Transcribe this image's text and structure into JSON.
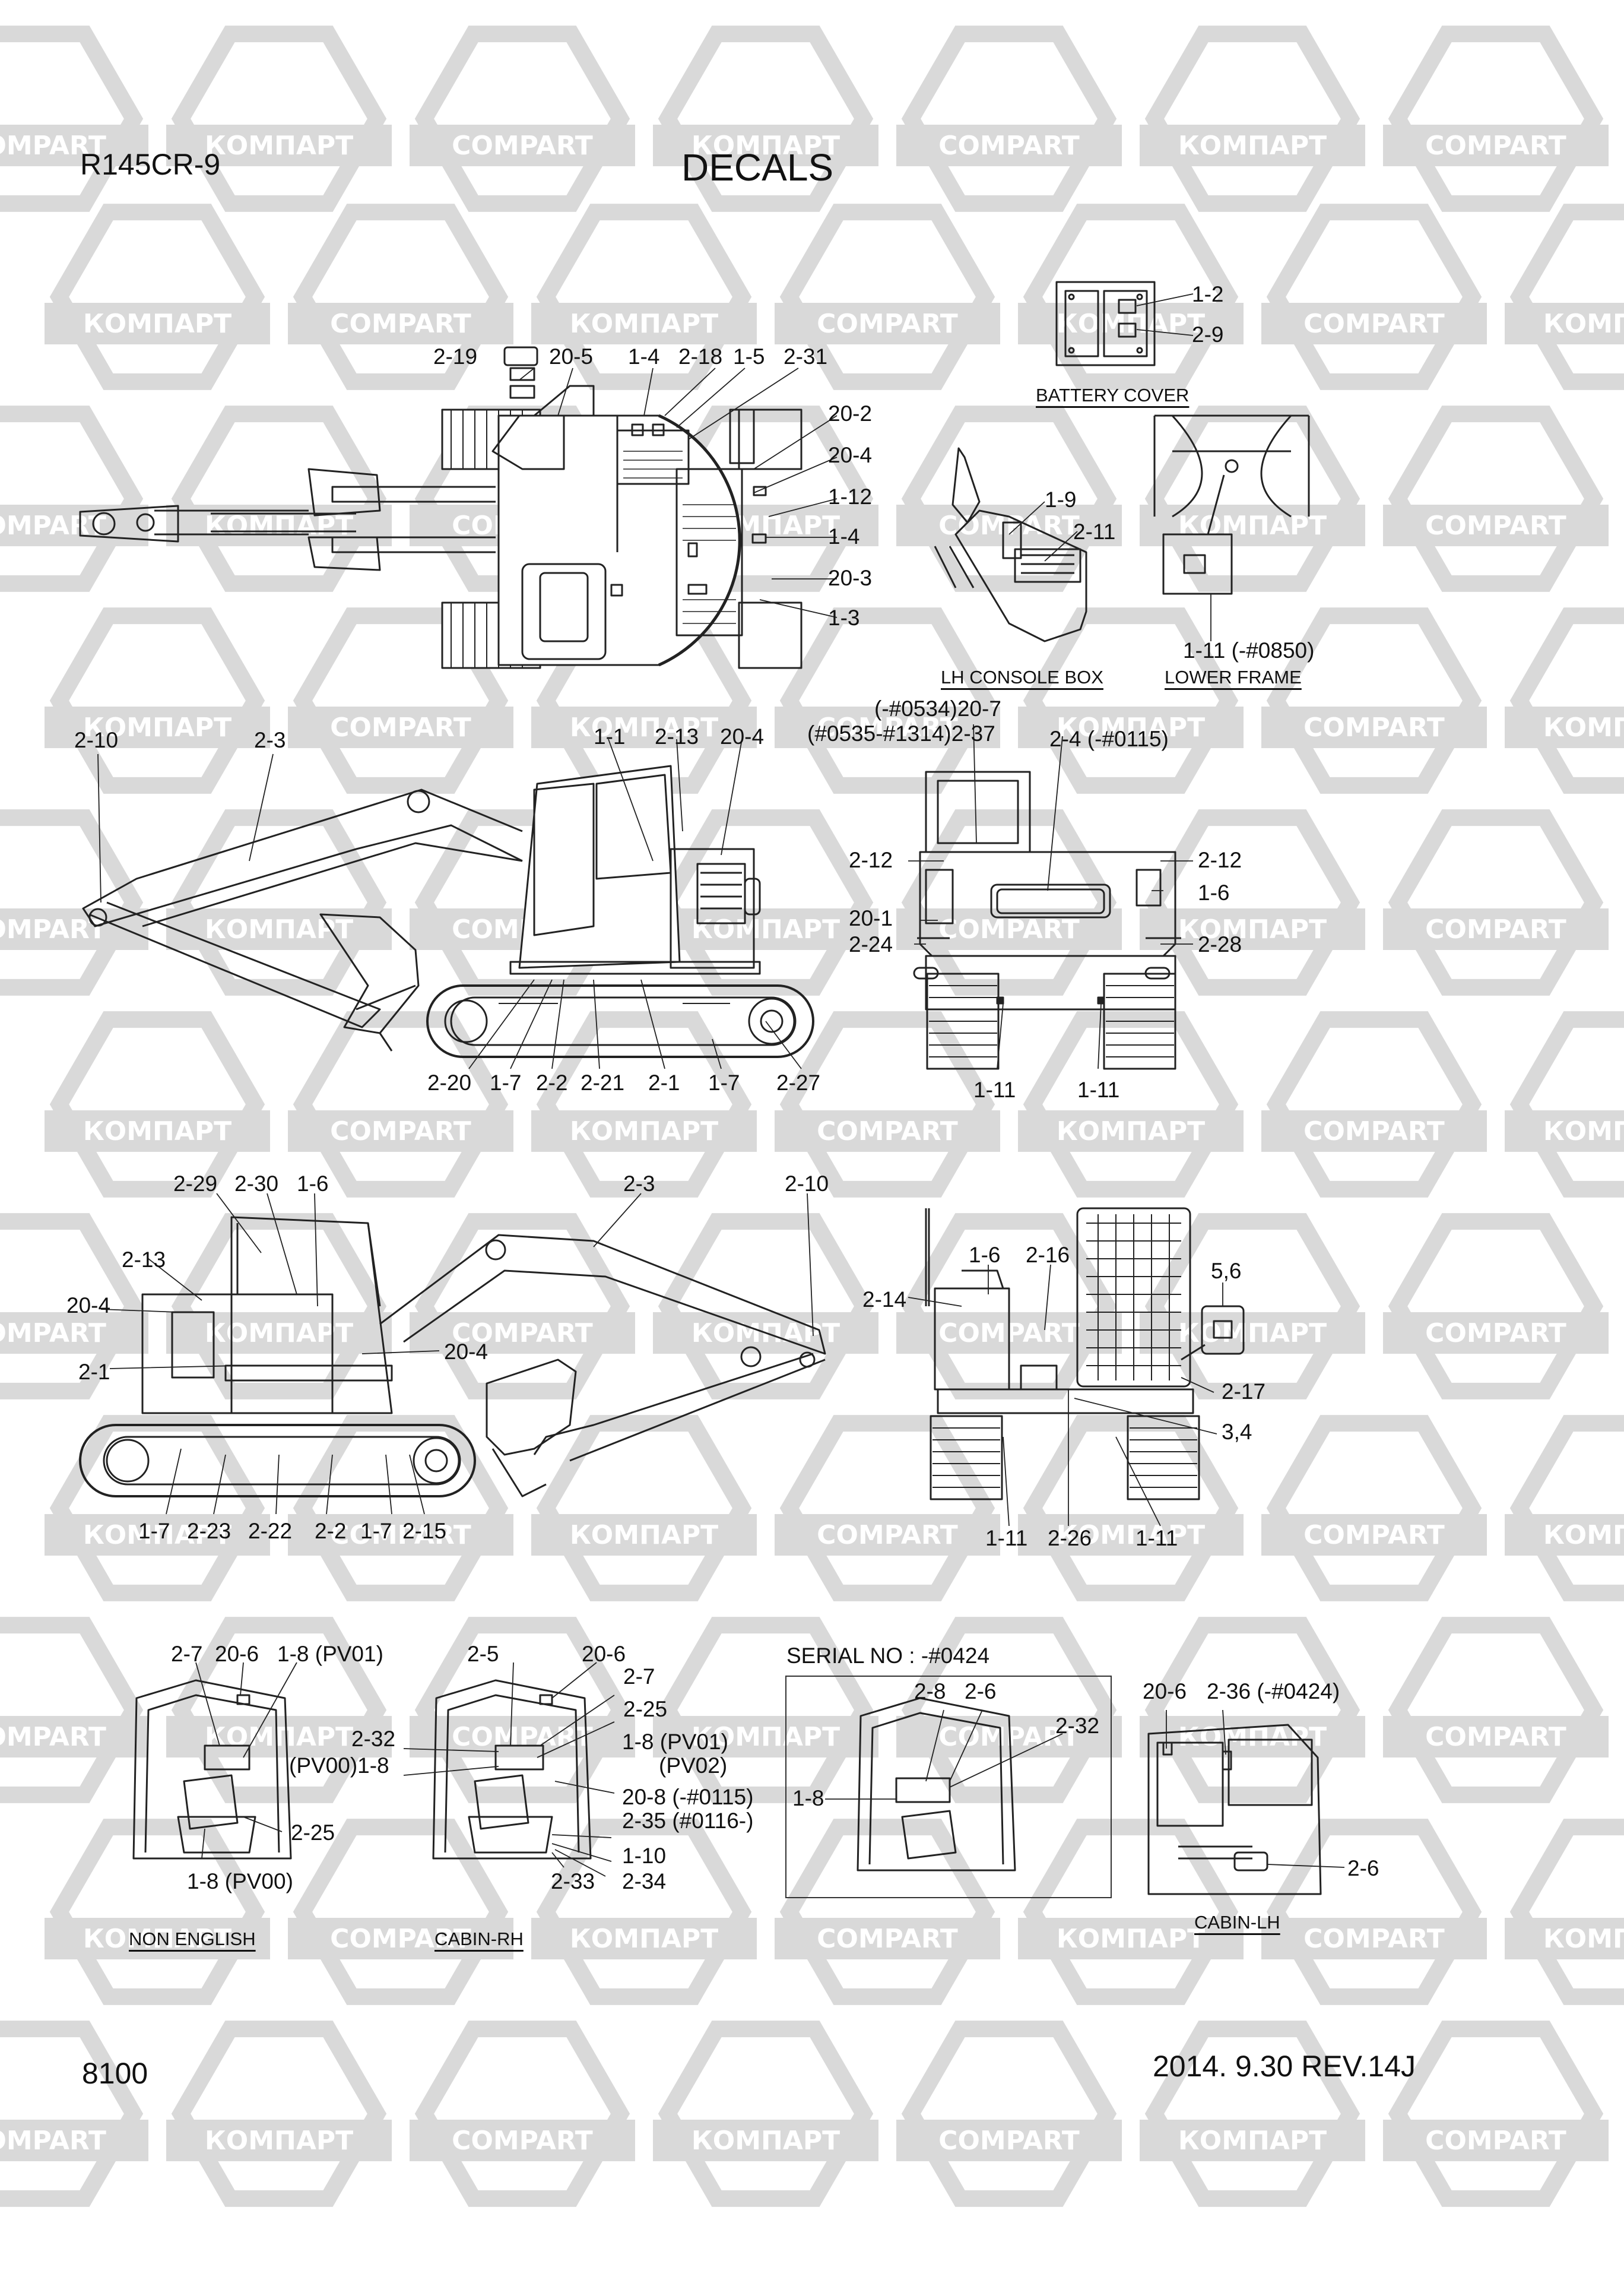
{
  "header": {
    "model": "R145CR-9",
    "title": "DECALS"
  },
  "footer": {
    "page": "8100",
    "date_rev": "2014. 9.30  REV.14J"
  },
  "watermark": {
    "brand_latin": "COMPART",
    "brand_cyrillic": "КОМПАРТ",
    "color": "#d9d9d9"
  },
  "views": {
    "top": {
      "labels": [
        "2-19",
        "20-5",
        "1-4",
        "2-18",
        "1-5",
        "2-31",
        "20-2",
        "20-4",
        "1-12",
        "1-4",
        "20-3",
        "1-3"
      ]
    },
    "battery_cover": {
      "caption": "BATTERY COVER",
      "labels": [
        "1-2",
        "2-9"
      ]
    },
    "lh_console_box": {
      "caption": "LH CONSOLE BOX",
      "labels": [
        "1-9",
        "2-11"
      ]
    },
    "lower_frame": {
      "caption": "LOWER FRAME",
      "labels": [
        "1-11 (-#0850)"
      ]
    },
    "left_side": {
      "labels": [
        "2-10",
        "2-3",
        "1-1",
        "2-13",
        "20-4",
        "2-20",
        "1-7",
        "2-2",
        "2-21",
        "2-1",
        "1-7",
        "2-27"
      ]
    },
    "rear": {
      "labels": [
        "(-#0534)20-7",
        "(#0535-#1314)2-37",
        "2-4 (-#0115)",
        "2-12",
        "2-12",
        "1-6",
        "20-1",
        "2-24",
        "2-28",
        "1-11",
        "1-11"
      ]
    },
    "right_side": {
      "labels": [
        "2-29",
        "2-30",
        "1-6",
        "2-3",
        "2-10",
        "2-13",
        "20-4",
        "20-4",
        "2-1",
        "1-7",
        "2-23",
        "2-22",
        "2-2",
        "1-7",
        "2-15"
      ]
    },
    "front": {
      "labels": [
        "1-6",
        "2-16",
        "2-14",
        "5,6",
        "2-17",
        "3,4",
        "1-11",
        "2-26",
        "1-11"
      ]
    },
    "non_english": {
      "caption": "NON ENGLISH",
      "labels": [
        "2-7",
        "20-6",
        "1-8 (PV01)",
        "2-25",
        "1-8 (PV00)"
      ]
    },
    "cabin_rh": {
      "caption": "CABIN-RH",
      "labels": [
        "2-5",
        "20-6",
        "2-7",
        "2-25",
        "2-32",
        "1-8 (PV01)",
        "(PV02)",
        "(PV00)1-8",
        "20-8 (-#0115)",
        "2-35 (#0116-)",
        "1-10",
        "2-33",
        "2-34"
      ]
    },
    "serial": {
      "title": "SERIAL NO : -#0424",
      "labels": [
        "2-8",
        "2-6",
        "2-32",
        "1-8"
      ]
    },
    "cabin_lh": {
      "caption": "CABIN-LH",
      "labels": [
        "20-6",
        "2-36 (-#0424)",
        "2-6"
      ]
    }
  }
}
